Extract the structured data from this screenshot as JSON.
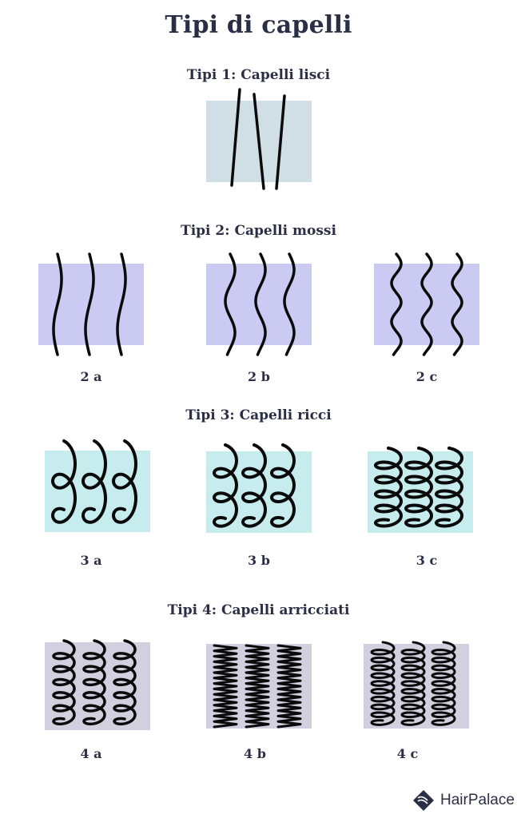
{
  "title": "Tipi di capelli",
  "colors": {
    "text": "#2b2f45",
    "strand": "#0a0a0a",
    "type1_bg": "#d0dfe6",
    "type2_bg": "#cbcaf2",
    "type3_bg": "#c7ecee",
    "type4_bg": "#d2d0de",
    "brand": "#2b2f45"
  },
  "sections": [
    {
      "title": "Tipi 1: Capelli lisci",
      "tiles": [
        {
          "label": "",
          "pattern": "straight"
        }
      ]
    },
    {
      "title": "Tipi 2: Capelli mossi",
      "tiles": [
        {
          "label": "2 a",
          "pattern": "wave-loose"
        },
        {
          "label": "2 b",
          "pattern": "wave-medium"
        },
        {
          "label": "2 c",
          "pattern": "wave-tight"
        }
      ]
    },
    {
      "title": "Tipi 3: Capelli ricci",
      "tiles": [
        {
          "label": "3 a",
          "pattern": "curl-loose"
        },
        {
          "label": "3 b",
          "pattern": "curl-medium"
        },
        {
          "label": "3 c",
          "pattern": "curl-tight"
        }
      ]
    },
    {
      "title": "Tipi 4: Capelli arricciati",
      "tiles": [
        {
          "label": "4 a",
          "pattern": "coil-loose"
        },
        {
          "label": "4 b",
          "pattern": "zigzag"
        },
        {
          "label": "4 c",
          "pattern": "coil-dense"
        }
      ]
    }
  ],
  "brand": {
    "name": "HairPalace",
    "icon": "hairpalace-logo-icon"
  }
}
